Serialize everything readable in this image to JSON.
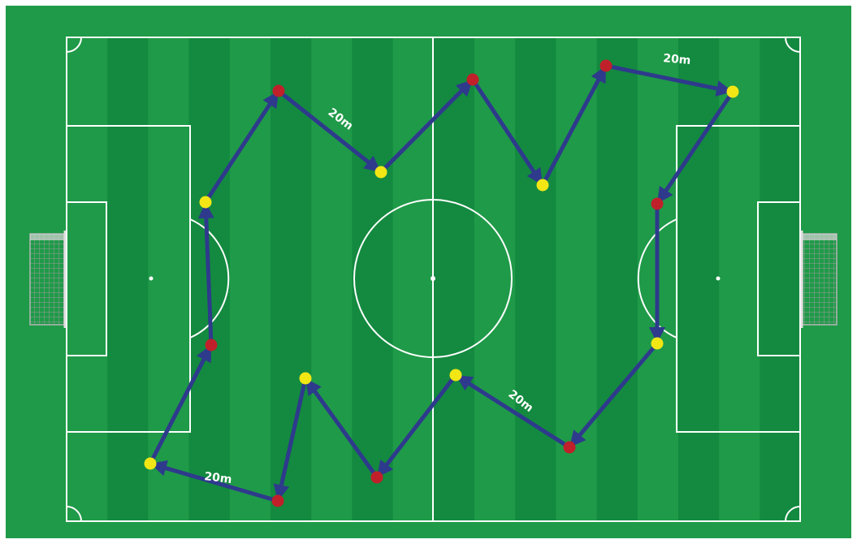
{
  "colors": {
    "grass_light": "#1f9a48",
    "grass_dark": "#138a3f",
    "pitch_line": "#ffffff",
    "route_arrow": "#2e3a8c",
    "cone_red": "#c0202a",
    "cone_yellow": "#f2e615",
    "label_text": "#ffffff"
  },
  "icons": {
    "goal": "goal-net-icon",
    "cone": "cone-marker-icon"
  },
  "route": {
    "distance_labels": [
      "20m",
      "20m",
      "20m",
      "20m"
    ],
    "cones": [
      {
        "id": "c1",
        "color": "yellow"
      },
      {
        "id": "c2",
        "color": "red"
      },
      {
        "id": "c3",
        "color": "yellow"
      },
      {
        "id": "c4",
        "color": "red"
      },
      {
        "id": "c5",
        "color": "yellow"
      },
      {
        "id": "c6",
        "color": "red"
      },
      {
        "id": "c7",
        "color": "yellow"
      },
      {
        "id": "c8",
        "color": "red"
      },
      {
        "id": "c9",
        "color": "yellow"
      },
      {
        "id": "c10",
        "color": "red"
      },
      {
        "id": "c11",
        "color": "yellow"
      },
      {
        "id": "c12",
        "color": "red"
      },
      {
        "id": "c13",
        "color": "yellow"
      },
      {
        "id": "c14",
        "color": "red"
      },
      {
        "id": "c15",
        "color": "yellow"
      },
      {
        "id": "c16",
        "color": "red"
      }
    ]
  }
}
